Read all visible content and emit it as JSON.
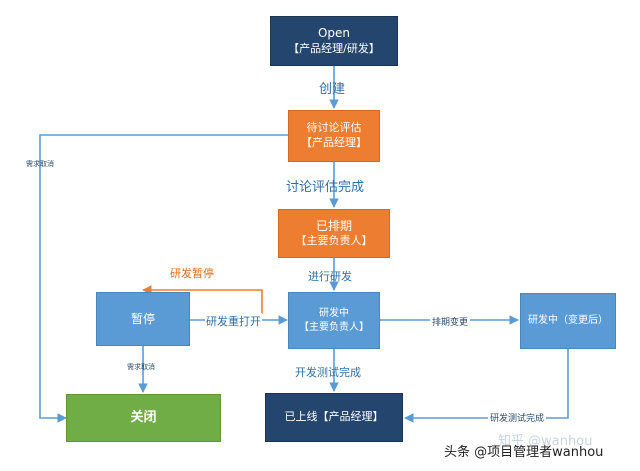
{
  "nodes": {
    "open": {
      "line1": "Open",
      "line2": "【产品经理/研发】"
    },
    "pending_discussion": {
      "line1": "待讨论评估",
      "line2": "【产品经理】"
    },
    "scheduled": {
      "line1": "已排期",
      "line2": "【主要负责人】"
    },
    "in_dev": {
      "line1": "研发中",
      "line2": "【主要负责人】"
    },
    "in_dev_changed": {
      "line1": "研发中（变更后）"
    },
    "paused": {
      "line1": "暂停"
    },
    "closed": {
      "line1": "关闭"
    },
    "released": {
      "line1": "已上线【产品经理】"
    }
  },
  "transitions": {
    "create": "创建",
    "discussion_done": "讨论评估完成",
    "start_dev": "进行研发",
    "dev_pause": "研发暂停",
    "dev_reopen": "研发重打开",
    "schedule_change": "排期变更",
    "dev_test_done": "开发测试完成",
    "dev_test_done_small": "研发测试完成",
    "req_cancel_left": "需求取消",
    "req_cancel_pause": "需求取消"
  },
  "watermark": {
    "text": "头条 @项目管理者wanhou",
    "faint": "知乎 @wanhou"
  },
  "colors": {
    "blue": "#5b9bd5",
    "dark_blue": "#3c6a9e",
    "navy": "#24456e",
    "orange": "#ed7d31",
    "green": "#70ad47",
    "arrow_blue": "#5b9bd5",
    "arrow_orange": "#ed7d31"
  }
}
